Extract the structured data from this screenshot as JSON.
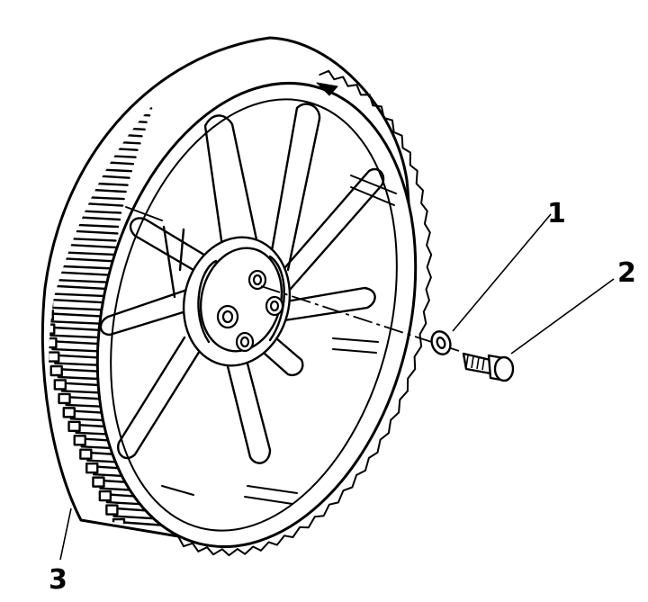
{
  "diagram": {
    "callouts": [
      {
        "id": "washer",
        "label": "1"
      },
      {
        "id": "bolt",
        "label": "2"
      },
      {
        "id": "wheel",
        "label": "3"
      }
    ],
    "colors": {
      "ink": "#000000",
      "paper": "#ffffff"
    }
  }
}
